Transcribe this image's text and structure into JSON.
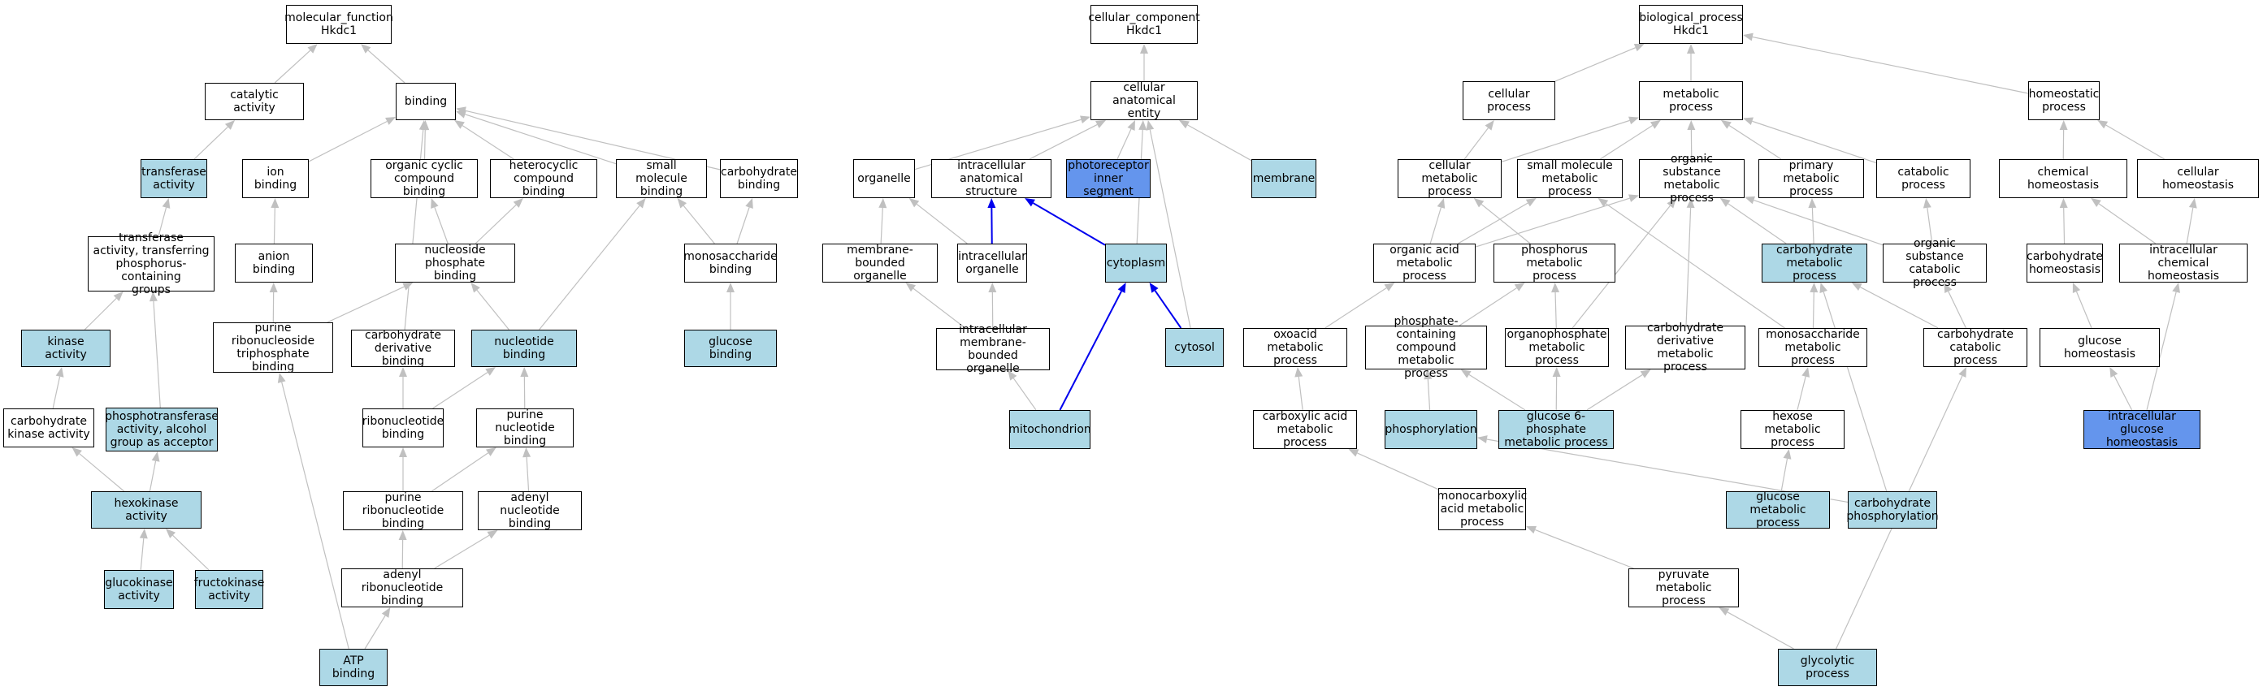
{
  "colors": {
    "white": "#ffffff",
    "light": "#add8e6",
    "blue": "#6495ed",
    "edge_gray": "#c0c0c0",
    "edge_blue": "#0000ee"
  },
  "nodes": {
    "mf_root": {
      "label": "molecular_function\nHkdc1",
      "color": "white"
    },
    "catalytic": {
      "label": "catalytic activity",
      "color": "white"
    },
    "binding": {
      "label": "binding",
      "color": "white"
    },
    "transferase": {
      "label": "transferase\nactivity",
      "color": "light"
    },
    "ion_binding": {
      "label": "ion binding",
      "color": "white"
    },
    "org_cyclic": {
      "label": "organic cyclic\ncompound binding",
      "color": "white"
    },
    "heterocyclic": {
      "label": "heterocyclic\ncompound binding",
      "color": "white"
    },
    "small_mol_binding": {
      "label": "small molecule\nbinding",
      "color": "white"
    },
    "carb_binding": {
      "label": "carbohydrate\nbinding",
      "color": "white"
    },
    "transferase_phos": {
      "label": "transferase\nactivity, transferring\nphosphorus-containing\ngroups",
      "color": "white"
    },
    "anion_binding": {
      "label": "anion binding",
      "color": "white"
    },
    "nucleoside_phos": {
      "label": "nucleoside phosphate\nbinding",
      "color": "white"
    },
    "monosacch_binding": {
      "label": "monosaccharide\nbinding",
      "color": "white"
    },
    "kinase": {
      "label": "kinase activity",
      "color": "light"
    },
    "purine_rnt_tri": {
      "label": "purine ribonucleoside\ntriphosphate\nbinding",
      "color": "white"
    },
    "carb_deriv_binding": {
      "label": "carbohydrate\nderivative binding",
      "color": "white"
    },
    "nucleotide_binding": {
      "label": "nucleotide binding",
      "color": "light"
    },
    "glucose_binding": {
      "label": "glucose binding",
      "color": "light"
    },
    "carb_kinase": {
      "label": "carbohydrate\nkinase activity",
      "color": "white"
    },
    "phosphotransferase": {
      "label": "phosphotransferase\nactivity, alcohol\ngroup as acceptor",
      "color": "light"
    },
    "ribonucleotide_binding": {
      "label": "ribonucleotide\nbinding",
      "color": "white"
    },
    "purine_nt_binding": {
      "label": "purine nucleotide\nbinding",
      "color": "white"
    },
    "hexokinase": {
      "label": "hexokinase activity",
      "color": "light"
    },
    "purine_rnt_binding": {
      "label": "purine ribonucleotide\nbinding",
      "color": "white"
    },
    "adenyl_nt_binding": {
      "label": "adenyl nucleotide\nbinding",
      "color": "white"
    },
    "glucokinase": {
      "label": "glucokinase\nactivity",
      "color": "light"
    },
    "fructokinase": {
      "label": "fructokinase\nactivity",
      "color": "light"
    },
    "adenyl_rnt_binding": {
      "label": "adenyl ribonucleotide\nbinding",
      "color": "white"
    },
    "atp_binding": {
      "label": "ATP binding",
      "color": "light"
    },
    "cc_root": {
      "label": "cellular_component\nHkdc1",
      "color": "white"
    },
    "cae": {
      "label": "cellular anatomical\nentity",
      "color": "white"
    },
    "organelle": {
      "label": "organelle",
      "color": "white"
    },
    "intracell_as": {
      "label": "intracellular\nanatomical structure",
      "color": "white"
    },
    "photoreceptor": {
      "label": "photoreceptor\ninner segment",
      "color": "blue"
    },
    "membrane": {
      "label": "membrane",
      "color": "light"
    },
    "membrane_bounded": {
      "label": "membrane-bounded\norganelle",
      "color": "white"
    },
    "intracell_org": {
      "label": "intracellular\norganelle",
      "color": "white"
    },
    "cytoplasm": {
      "label": "cytoplasm",
      "color": "light"
    },
    "intracell_mbo": {
      "label": "intracellular\nmembrane-bounded\norganelle",
      "color": "white"
    },
    "cytosol": {
      "label": "cytosol",
      "color": "light"
    },
    "mitochondrion": {
      "label": "mitochondrion",
      "color": "light"
    },
    "bp_root": {
      "label": "biological_process\nHkdc1",
      "color": "white"
    },
    "cellular_process": {
      "label": "cellular process",
      "color": "white"
    },
    "metabolic_process": {
      "label": "metabolic process",
      "color": "white"
    },
    "homeostatic": {
      "label": "homeostatic\nprocess",
      "color": "white"
    },
    "cell_metabolic": {
      "label": "cellular metabolic\nprocess",
      "color": "white"
    },
    "small_mol_metab": {
      "label": "small molecule\nmetabolic process",
      "color": "white"
    },
    "org_subst_metab": {
      "label": "organic substance\nmetabolic process",
      "color": "white"
    },
    "primary_metab": {
      "label": "primary metabolic\nprocess",
      "color": "white"
    },
    "catabolic": {
      "label": "catabolic process",
      "color": "white"
    },
    "chem_homeostasis": {
      "label": "chemical homeostasis",
      "color": "white"
    },
    "cell_homeostasis": {
      "label": "cellular homeostasis",
      "color": "white"
    },
    "org_acid_metab": {
      "label": "organic acid\nmetabolic process",
      "color": "white"
    },
    "phosphorus_metab": {
      "label": "phosphorus metabolic\nprocess",
      "color": "white"
    },
    "carb_metab": {
      "label": "carbohydrate\nmetabolic process",
      "color": "light"
    },
    "org_subst_catab": {
      "label": "organic substance\ncatabolic process",
      "color": "white"
    },
    "carb_homeostasis": {
      "label": "carbohydrate\nhomeostasis",
      "color": "white"
    },
    "intracell_chem_homeo": {
      "label": "intracellular\nchemical homeostasis",
      "color": "white"
    },
    "oxoacid": {
      "label": "oxoacid metabolic\nprocess",
      "color": "white"
    },
    "phos_containing": {
      "label": "phosphate-containing\ncompound metabolic\nprocess",
      "color": "white"
    },
    "organophosphate": {
      "label": "organophosphate\nmetabolic process",
      "color": "white"
    },
    "carb_deriv_metab": {
      "label": "carbohydrate\nderivative metabolic\nprocess",
      "color": "white"
    },
    "monosacch_metab": {
      "label": "monosaccharide\nmetabolic process",
      "color": "white"
    },
    "carb_catab": {
      "label": "carbohydrate\ncatabolic process",
      "color": "white"
    },
    "glucose_homeostasis": {
      "label": "glucose homeostasis",
      "color": "white"
    },
    "carboxylic": {
      "label": "carboxylic acid\nmetabolic process",
      "color": "white"
    },
    "phosphorylation": {
      "label": "phosphorylation",
      "color": "light"
    },
    "g6p_metab": {
      "label": "glucose 6-phosphate\nmetabolic process",
      "color": "light"
    },
    "hexose_metab": {
      "label": "hexose metabolic\nprocess",
      "color": "white"
    },
    "intracell_glucose_homeo": {
      "label": "intracellular\nglucose homeostasis",
      "color": "blue"
    },
    "monocarboxylic": {
      "label": "monocarboxylic\nacid metabolic\nprocess",
      "color": "white"
    },
    "glucose_metab": {
      "label": "glucose metabolic\nprocess",
      "color": "light"
    },
    "carb_phosphorylation": {
      "label": "carbohydrate\nphosphorylation",
      "color": "light"
    },
    "pyruvate": {
      "label": "pyruvate metabolic\nprocess",
      "color": "white"
    },
    "glycolytic": {
      "label": "glycolytic process",
      "color": "light"
    }
  },
  "edges": [
    {
      "from": "catalytic",
      "to": "mf_root"
    },
    {
      "from": "binding",
      "to": "mf_root"
    },
    {
      "from": "transferase",
      "to": "catalytic"
    },
    {
      "from": "ion_binding",
      "to": "binding"
    },
    {
      "from": "org_cyclic",
      "to": "binding"
    },
    {
      "from": "heterocyclic",
      "to": "binding"
    },
    {
      "from": "small_mol_binding",
      "to": "binding"
    },
    {
      "from": "carb_binding",
      "to": "binding"
    },
    {
      "from": "carb_deriv_binding",
      "to": "binding"
    },
    {
      "from": "transferase_phos",
      "to": "transferase"
    },
    {
      "from": "anion_binding",
      "to": "ion_binding"
    },
    {
      "from": "nucleoside_phos",
      "to": "org_cyclic"
    },
    {
      "from": "nucleoside_phos",
      "to": "heterocyclic"
    },
    {
      "from": "monosacch_binding",
      "to": "small_mol_binding"
    },
    {
      "from": "monosacch_binding",
      "to": "carb_binding"
    },
    {
      "from": "kinase",
      "to": "transferase_phos"
    },
    {
      "from": "phosphotransferase",
      "to": "transferase_phos"
    },
    {
      "from": "purine_rnt_tri",
      "to": "anion_binding"
    },
    {
      "from": "purine_rnt_tri",
      "to": "nucleoside_phos"
    },
    {
      "from": "nucleotide_binding",
      "to": "nucleoside_phos"
    },
    {
      "from": "nucleotide_binding",
      "to": "small_mol_binding"
    },
    {
      "from": "glucose_binding",
      "to": "monosacch_binding"
    },
    {
      "from": "carb_kinase",
      "to": "kinase"
    },
    {
      "from": "ribonucleotide_binding",
      "to": "carb_deriv_binding"
    },
    {
      "from": "ribonucleotide_binding",
      "to": "nucleotide_binding"
    },
    {
      "from": "purine_nt_binding",
      "to": "nucleotide_binding"
    },
    {
      "from": "hexokinase",
      "to": "carb_kinase"
    },
    {
      "from": "hexokinase",
      "to": "phosphotransferase"
    },
    {
      "from": "purine_rnt_binding",
      "to": "ribonucleotide_binding"
    },
    {
      "from": "purine_rnt_binding",
      "to": "purine_nt_binding"
    },
    {
      "from": "adenyl_nt_binding",
      "to": "purine_nt_binding"
    },
    {
      "from": "glucokinase",
      "to": "hexokinase"
    },
    {
      "from": "fructokinase",
      "to": "hexokinase"
    },
    {
      "from": "adenyl_rnt_binding",
      "to": "purine_rnt_binding"
    },
    {
      "from": "adenyl_rnt_binding",
      "to": "adenyl_nt_binding"
    },
    {
      "from": "atp_binding",
      "to": "adenyl_rnt_binding"
    },
    {
      "from": "atp_binding",
      "to": "purine_rnt_tri"
    },
    {
      "from": "cae",
      "to": "cc_root"
    },
    {
      "from": "organelle",
      "to": "cae"
    },
    {
      "from": "intracell_as",
      "to": "cae"
    },
    {
      "from": "photoreceptor",
      "to": "cae"
    },
    {
      "from": "membrane",
      "to": "cae"
    },
    {
      "from": "membrane_bounded",
      "to": "organelle"
    },
    {
      "from": "intracell_org",
      "to": "organelle"
    },
    {
      "from": "intracell_org",
      "to": "intracell_as",
      "color": "blue"
    },
    {
      "from": "cytoplasm",
      "to": "intracell_as",
      "color": "blue"
    },
    {
      "from": "cytoplasm",
      "to": "cae"
    },
    {
      "from": "intracell_mbo",
      "to": "membrane_bounded"
    },
    {
      "from": "intracell_mbo",
      "to": "intracell_org"
    },
    {
      "from": "cytosol",
      "to": "cytoplasm",
      "color": "blue"
    },
    {
      "from": "cytosol",
      "to": "cae"
    },
    {
      "from": "mitochondrion",
      "to": "intracell_mbo"
    },
    {
      "from": "mitochondrion",
      "to": "cytoplasm",
      "color": "blue"
    },
    {
      "from": "cellular_process",
      "to": "bp_root"
    },
    {
      "from": "metabolic_process",
      "to": "bp_root"
    },
    {
      "from": "homeostatic",
      "to": "bp_root"
    },
    {
      "from": "cell_metabolic",
      "to": "cellular_process"
    },
    {
      "from": "cell_metabolic",
      "to": "metabolic_process"
    },
    {
      "from": "small_mol_metab",
      "to": "metabolic_process"
    },
    {
      "from": "org_subst_metab",
      "to": "metabolic_process"
    },
    {
      "from": "primary_metab",
      "to": "metabolic_process"
    },
    {
      "from": "catabolic",
      "to": "metabolic_process"
    },
    {
      "from": "chem_homeostasis",
      "to": "homeostatic"
    },
    {
      "from": "cell_homeostasis",
      "to": "homeostatic"
    },
    {
      "from": "org_acid_metab",
      "to": "cell_metabolic"
    },
    {
      "from": "org_acid_metab",
      "to": "small_mol_metab"
    },
    {
      "from": "org_acid_metab",
      "to": "org_subst_metab"
    },
    {
      "from": "phosphorus_metab",
      "to": "cell_metabolic"
    },
    {
      "from": "carb_metab",
      "to": "org_subst_metab"
    },
    {
      "from": "carb_metab",
      "to": "primary_metab"
    },
    {
      "from": "org_subst_catab",
      "to": "org_subst_metab"
    },
    {
      "from": "org_subst_catab",
      "to": "catabolic"
    },
    {
      "from": "carb_homeostasis",
      "to": "chem_homeostasis"
    },
    {
      "from": "intracell_chem_homeo",
      "to": "chem_homeostasis"
    },
    {
      "from": "intracell_chem_homeo",
      "to": "cell_homeostasis"
    },
    {
      "from": "oxoacid",
      "to": "org_acid_metab"
    },
    {
      "from": "phos_containing",
      "to": "phosphorus_metab"
    },
    {
      "from": "organophosphate",
      "to": "phosphorus_metab"
    },
    {
      "from": "organophosphate",
      "to": "org_subst_metab"
    },
    {
      "from": "carb_deriv_metab",
      "to": "org_subst_metab"
    },
    {
      "from": "monosacch_metab",
      "to": "carb_metab"
    },
    {
      "from": "monosacch_metab",
      "to": "small_mol_metab"
    },
    {
      "from": "carb_catab",
      "to": "carb_metab"
    },
    {
      "from": "carb_catab",
      "to": "org_subst_catab"
    },
    {
      "from": "glucose_homeostasis",
      "to": "carb_homeostasis"
    },
    {
      "from": "carboxylic",
      "to": "oxoacid"
    },
    {
      "from": "phosphorylation",
      "to": "phos_containing"
    },
    {
      "from": "g6p_metab",
      "to": "phos_containing"
    },
    {
      "from": "g6p_metab",
      "to": "organophosphate"
    },
    {
      "from": "g6p_metab",
      "to": "carb_deriv_metab"
    },
    {
      "from": "hexose_metab",
      "to": "monosacch_metab"
    },
    {
      "from": "intracell_glucose_homeo",
      "to": "glucose_homeostasis"
    },
    {
      "from": "intracell_glucose_homeo",
      "to": "intracell_chem_homeo"
    },
    {
      "from": "monocarboxylic",
      "to": "carboxylic"
    },
    {
      "from": "glucose_metab",
      "to": "hexose_metab"
    },
    {
      "from": "carb_phosphorylation",
      "to": "phosphorylation"
    },
    {
      "from": "carb_phosphorylation",
      "to": "carb_metab"
    },
    {
      "from": "pyruvate",
      "to": "monocarboxylic"
    },
    {
      "from": "glycolytic",
      "to": "pyruvate"
    },
    {
      "from": "glycolytic",
      "to": "carb_catab"
    }
  ]
}
